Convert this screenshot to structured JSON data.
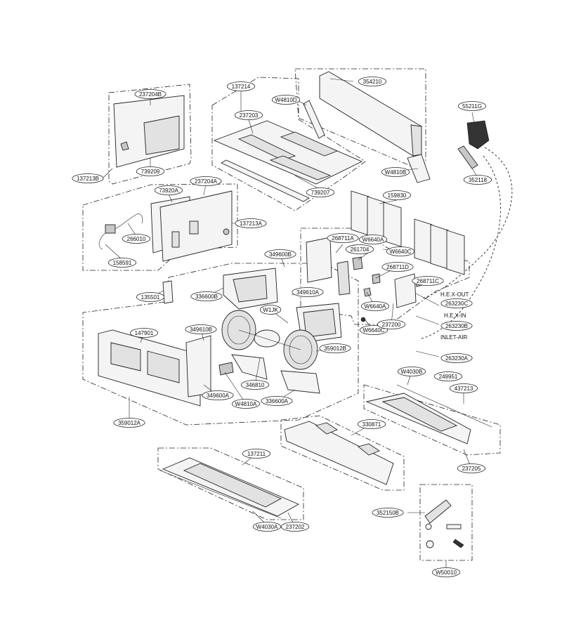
{
  "diagram": {
    "labels": [
      "237204B",
      "137213B",
      "739209",
      "137214",
      "W4810D",
      "354210",
      "237203",
      "739207",
      "55211G",
      "352118",
      "W4810B",
      "73920A",
      "237204A",
      "137213A",
      "266010",
      "158591",
      "159830",
      "268711A",
      "W6640A",
      "261704",
      "W6640C",
      "268711D",
      "268711C",
      "349600B",
      "349610A",
      "135501",
      "336600B",
      "W1JK",
      "263230C",
      "263230B",
      "W6640A",
      "W6640C",
      "237200",
      "147901",
      "349610B",
      "359012B",
      "263230A",
      "249951",
      "W4030B",
      "346810",
      "349600A",
      "W4810A",
      "336600A",
      "359012A",
      "437213",
      "330871",
      "237205",
      "137211",
      "352150B",
      "W4030A",
      "237202",
      "W50010"
    ],
    "plain_texts": [
      "H.E.X-OUT",
      "H.E.X-IN",
      "INLET-AIR"
    ]
  }
}
